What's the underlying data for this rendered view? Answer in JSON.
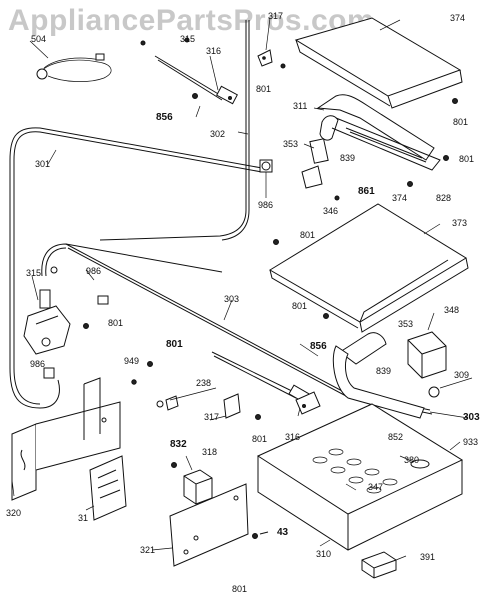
{
  "watermark": "AppliancePartsPros.com",
  "callouts": {
    "c504": "504",
    "c315_top": "315",
    "c317_top": "317",
    "c316_top": "316",
    "c374_top": "374",
    "c801_a": "801",
    "c856_a": "856",
    "c302": "302",
    "c311": "311",
    "c353_a": "353",
    "c839_a": "839",
    "c801_b": "801",
    "c301": "301",
    "c986_a": "986",
    "c346": "346",
    "c861": "861",
    "c374_b": "374",
    "c828": "828",
    "c801_c": "801",
    "c801_d": "801",
    "c373": "373",
    "c315": "315",
    "c986_b": "986",
    "c801_e": "801",
    "c303": "303",
    "c801_f": "801",
    "c348": "348",
    "c353_b": "353",
    "c839_b": "839",
    "c856_b": "856",
    "c986_c": "986",
    "c949": "949",
    "c801_g": "801",
    "c309": "309",
    "c238": "238",
    "c303_b": "303",
    "c317": "317",
    "c801_h": "801",
    "c316": "316",
    "c852": "852",
    "c933": "933",
    "c832": "832",
    "c318": "318",
    "c380": "380",
    "c347": "347",
    "c320": "320",
    "c31": "31",
    "c43": "43",
    "c321": "321",
    "c310": "310",
    "c391": "391",
    "c801_i": "801"
  }
}
